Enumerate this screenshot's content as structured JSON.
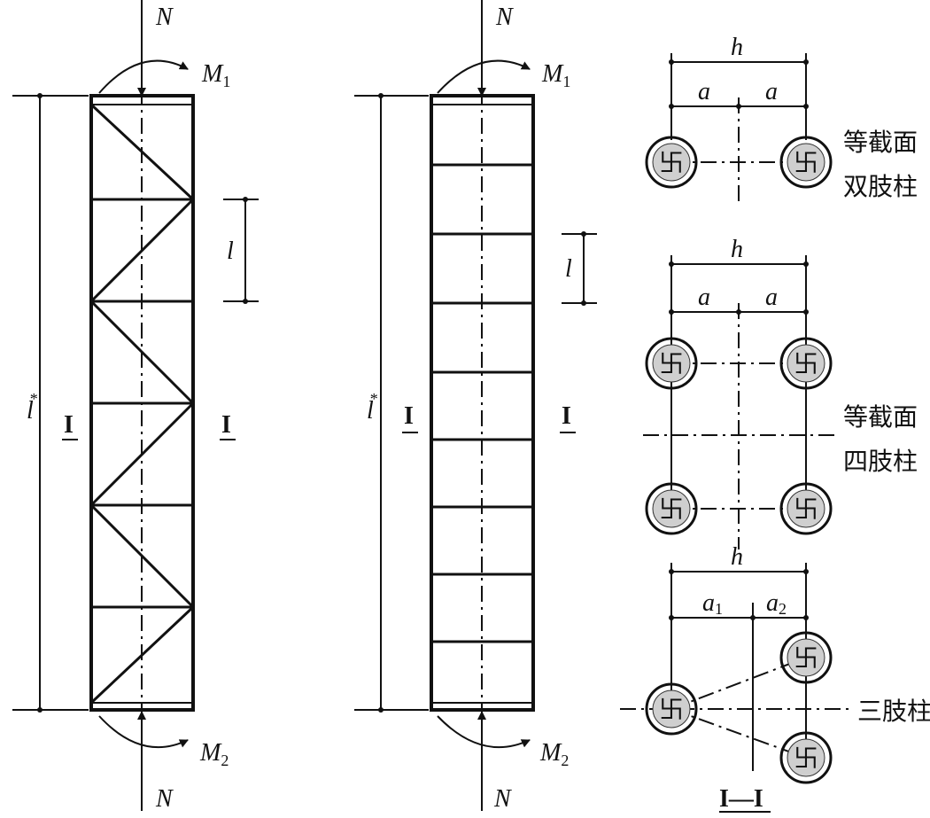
{
  "labels": {
    "axial_force": "N",
    "moment_top": "M",
    "moment_top_sub": "1",
    "moment_bottom": "M",
    "moment_bottom_sub": "2",
    "effective_length": "l",
    "effective_length_mark": "*",
    "panel_length": "l",
    "section_mark": "I",
    "section_caption": "I—I",
    "total_width": "h",
    "half_spacing": "a",
    "spacing_1": "a",
    "spacing_1_sub": "1",
    "spacing_2": "a",
    "spacing_2_sub": "2"
  },
  "section_types": {
    "two_limb": [
      "等截面",
      "双肢柱"
    ],
    "four_limb": [
      "等截面",
      "四肢柱"
    ],
    "three_limb": [
      "三肢柱"
    ]
  },
  "limb_symbol": "卐"
}
